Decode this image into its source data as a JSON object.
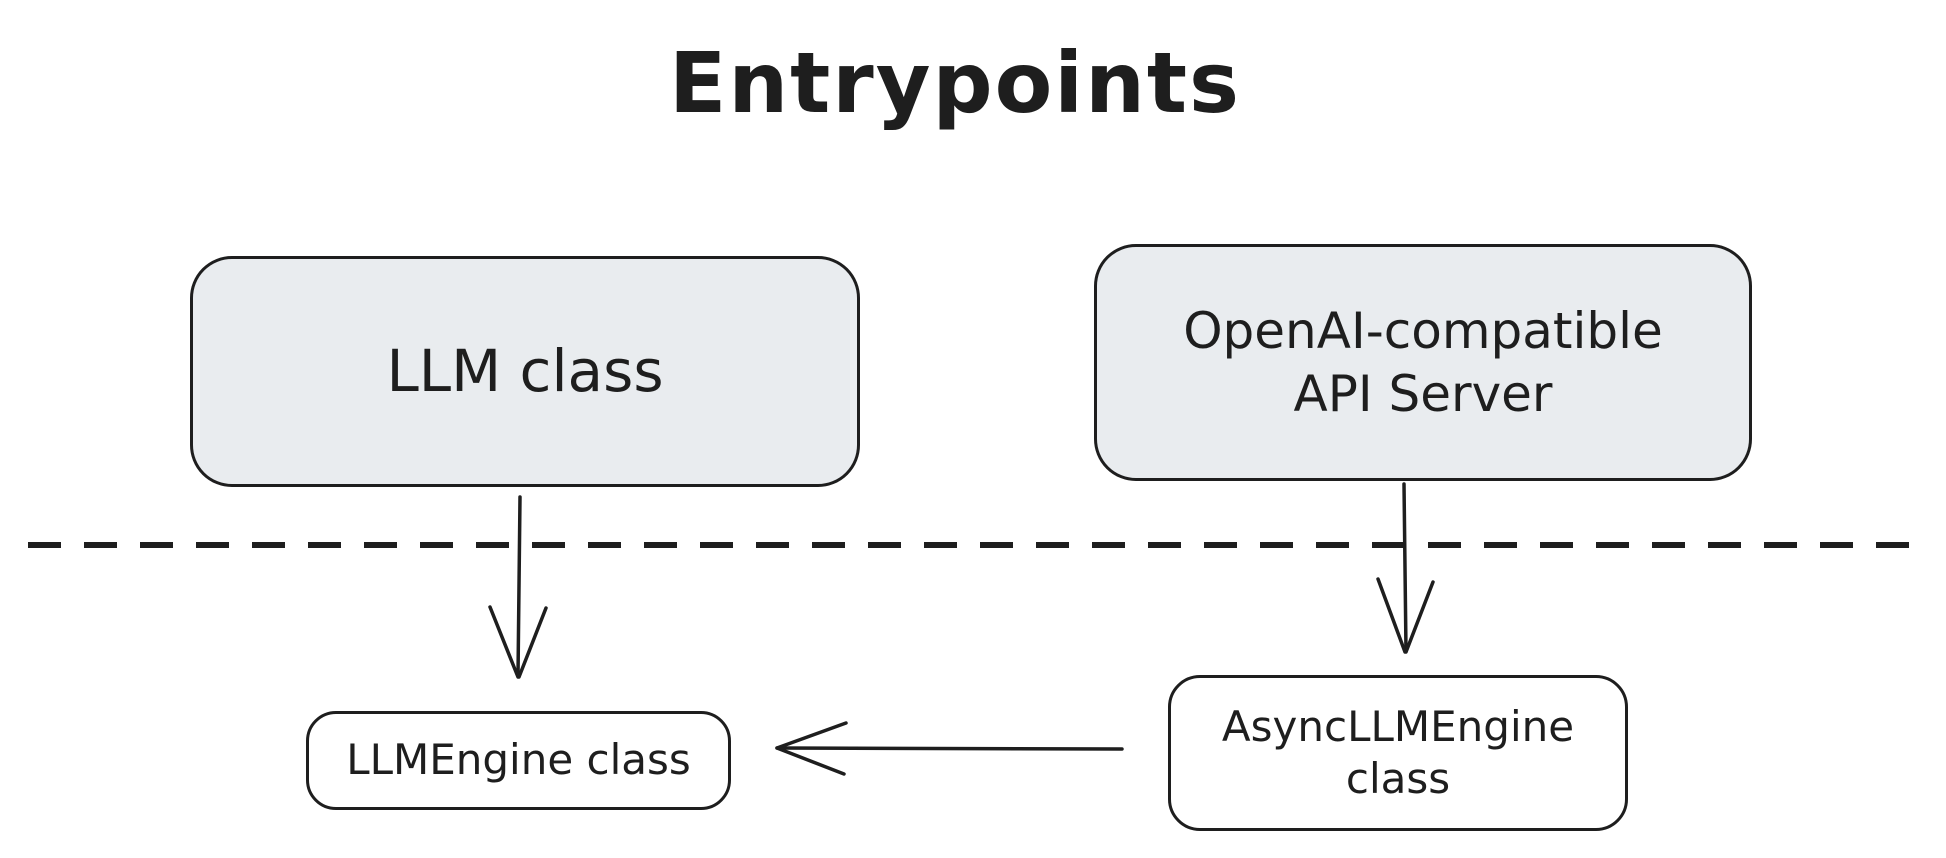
{
  "title": "Entrypoints",
  "colors": {
    "canvas_background": "#ffffff",
    "node_fill_gray": "#e9ecef",
    "node_fill_white": "#ffffff",
    "stroke": "#1e1e1e"
  },
  "nodes": [
    {
      "id": "llm-class",
      "label": "LLM class",
      "fill": "gray"
    },
    {
      "id": "openai-api-server",
      "label": "OpenAI-compatible API Server",
      "fill": "gray"
    },
    {
      "id": "llmengine-class",
      "label": "LLMEngine class",
      "fill": "white"
    },
    {
      "id": "asyncllmengine-class",
      "label": "AsyncLLMEngine class",
      "fill": "white"
    }
  ],
  "edges": [
    {
      "from": "llm-class",
      "to": "llmengine-class",
      "style": "solid",
      "arrowhead": "open"
    },
    {
      "from": "openai-api-server",
      "to": "asyncllmengine-class",
      "style": "solid",
      "arrowhead": "open"
    },
    {
      "from": "asyncllmengine-class",
      "to": "llmengine-class",
      "style": "solid",
      "arrowhead": "open"
    }
  ],
  "divider": {
    "orientation": "horizontal",
    "style": "dashed"
  }
}
